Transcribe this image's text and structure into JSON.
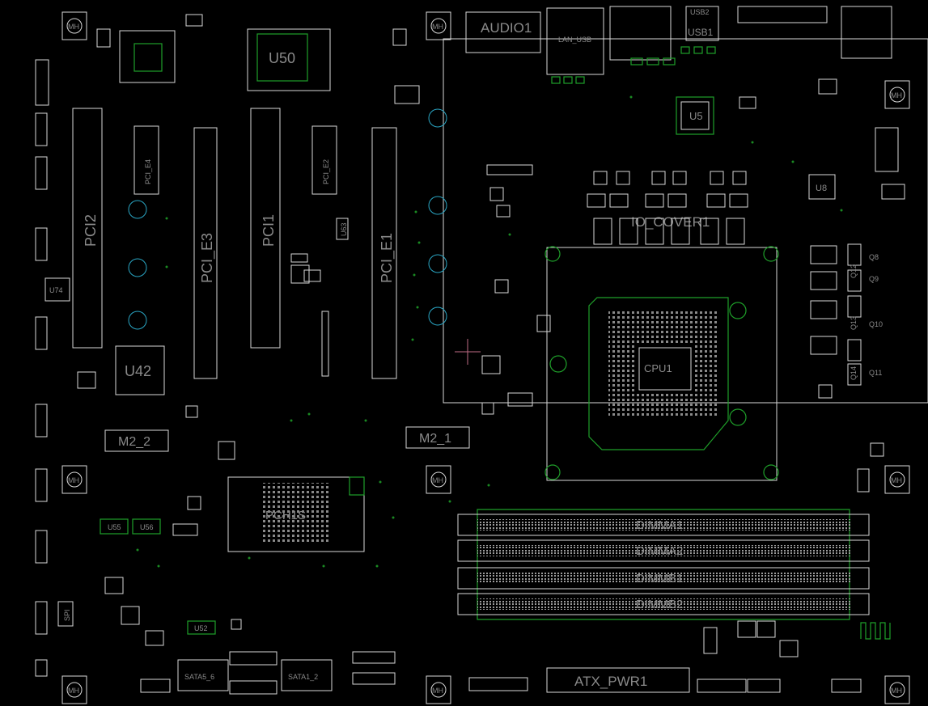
{
  "labels": {
    "u50": "U50",
    "u42": "U42",
    "u5": "U5",
    "u8": "U8",
    "u74": "U74",
    "u52": "U52",
    "u55": "U55",
    "u56": "U56",
    "u63": "U63",
    "q8": "Q8",
    "q9": "Q9",
    "q10": "Q10",
    "q11": "Q11",
    "q12": "Q12",
    "q13": "Q13",
    "q14": "Q14",
    "pci1": "PCI1",
    "pci2": "PCI2",
    "pci_e1": "PCI_E1",
    "pci_e2": "PCI_E2",
    "pci_e3": "PCI_E3",
    "pci_e4": "PCI_E4",
    "m2_1": "M2_1",
    "m2_2": "M2_2",
    "audio1": "AUDIO1",
    "lan_usb": "LAN_USB",
    "usb1": "USB1",
    "usb2": "USB2",
    "io_cover1": "IO_COVER1",
    "cpu1": "CPU1",
    "pch": "PCH1S",
    "dimma1": "DIMMA1",
    "dimma2": "DIMMA2",
    "dimmb1": "DIMMB1",
    "dimmb2": "DIMMB2",
    "atx_pwr1": "ATX_PWR1",
    "sata5_6": "SATA5_6",
    "sata1_2": "SATA1_2",
    "spi": "SPI",
    "mh": "MH"
  },
  "colors": {
    "background": "#000000",
    "silkscreen": "#d8d8d8",
    "label": "#8a8a8a",
    "copper": "#1fa02a",
    "drill": "#2aa6c4"
  }
}
